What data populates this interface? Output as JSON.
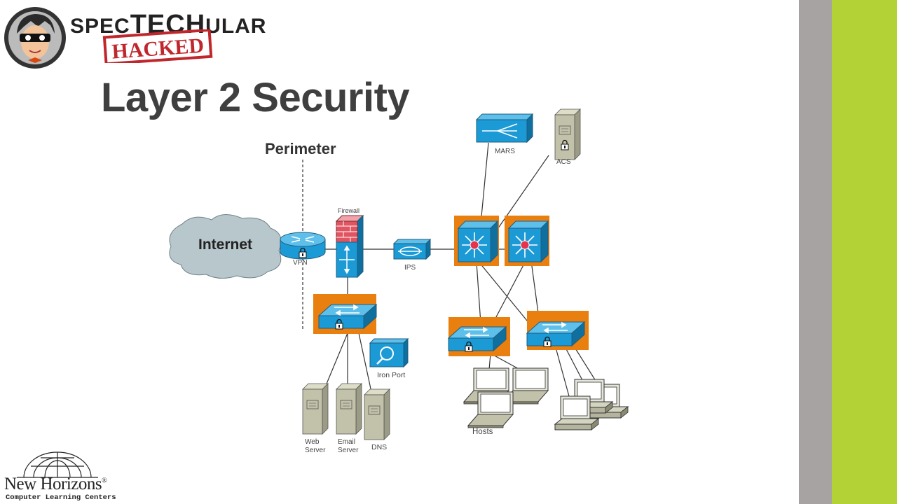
{
  "brand": {
    "wordmark_prefix": "SPEC",
    "wordmark_mid": "TECH",
    "wordmark_suffix": "ULAR",
    "stamp": "HACKED",
    "colors": {
      "grey_bar": "#a7a3a2",
      "green_bar": "#b2d235",
      "stamp_red": "#c0272d"
    }
  },
  "slide": {
    "title": "Layer 2 Security"
  },
  "diagram": {
    "perimeter_label": "Perimeter",
    "internet_label": "Internet",
    "vpn_label": "VPN",
    "firewall_label": "Firewall",
    "ips_label": "IPS",
    "mars_label": "MARS",
    "acs_label": "ACS",
    "iron_port_label": "Iron Port",
    "web_server_label_1": "Web",
    "web_server_label_2": "Server",
    "email_server_label_1": "Email",
    "email_server_label_2": "Server",
    "dns_label": "DNS",
    "hosts_label": "Hosts",
    "colors": {
      "device_blue": "#1b9ad6",
      "highlight_orange": "#e97f0f",
      "cloud": "#b8c7cc",
      "firewall_brick": "#e05561"
    }
  },
  "footer": {
    "logo_name": "New Horizons",
    "logo_reg": "®",
    "logo_sub": "Computer Learning Centers"
  }
}
